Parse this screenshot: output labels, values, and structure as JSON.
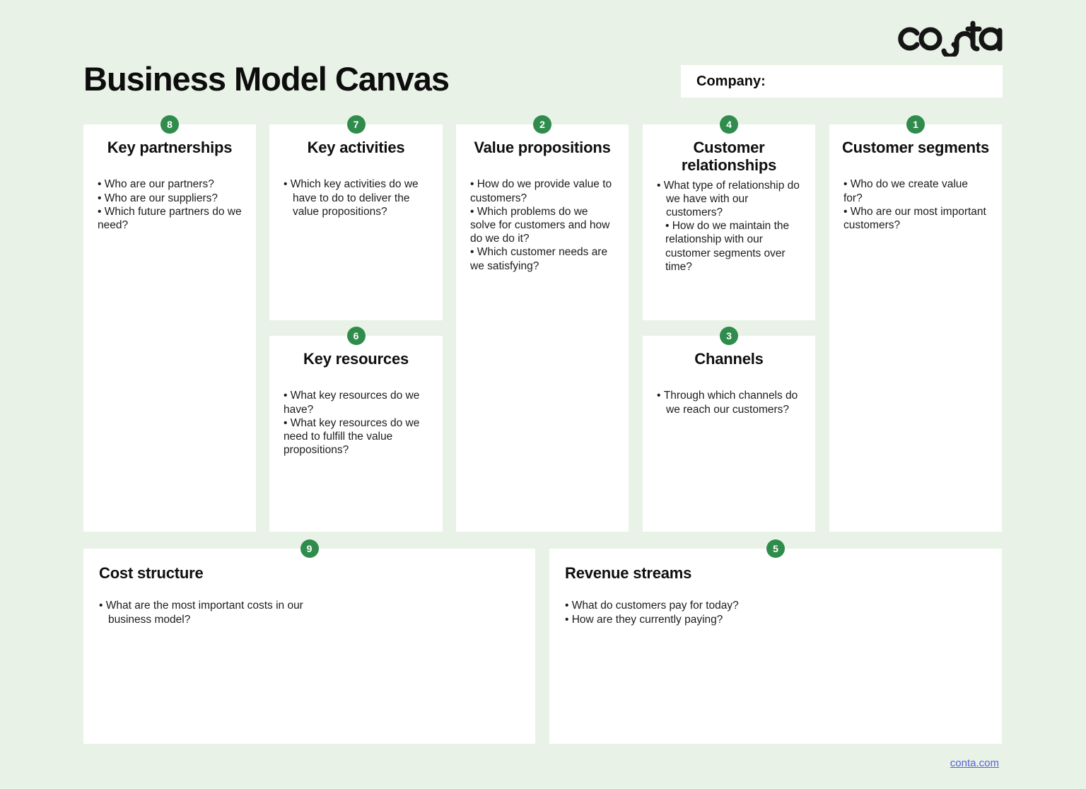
{
  "brand": {
    "logo_text": "conta",
    "footer_link": "conta.com"
  },
  "header": {
    "title": "Business Model Canvas",
    "company_label": "Company:"
  },
  "colors": {
    "background": "#e9f2e7",
    "card": "#ffffff",
    "badge_green": "#2f8c4c",
    "text": "#161616",
    "link": "#5761d2"
  },
  "cards": {
    "key_partnerships": {
      "number": "8",
      "title": "Key partnerships",
      "bullets": [
        "Who are our partners?",
        "Who are our suppliers?",
        "Which future partners do we need?"
      ]
    },
    "key_activities": {
      "number": "7",
      "title": "Key activities",
      "bullets": [
        "Which key activities do we have to do to deliver the value propositions?"
      ]
    },
    "key_resources": {
      "number": "6",
      "title": "Key resources",
      "bullets": [
        "What key resources do we have?",
        "What key resources do we need to fulfill the value propositions?"
      ]
    },
    "value_propositions": {
      "number": "2",
      "title": "Value propositions",
      "bullets": [
        "How do we provide value to customers?",
        "Which problems do we solve for customers and how do we do it?",
        "Which customer needs are we satisfying?"
      ]
    },
    "customer_relationships": {
      "number": "4",
      "title": "Customer relationships",
      "bullets": [
        "What type of relationship do we have with our customers?",
        "How do we maintain the relationship with our customer segments over time?"
      ]
    },
    "channels": {
      "number": "3",
      "title": "Channels",
      "bullets": [
        "Through which channels do we reach our customers?"
      ]
    },
    "customer_segments": {
      "number": "1",
      "title": "Customer segments",
      "bullets": [
        "Who do we create value for?",
        "Who are our most important customers?"
      ]
    },
    "cost_structure": {
      "number": "9",
      "title": "Cost structure",
      "bullets": [
        "What are the most important costs in our business model?"
      ]
    },
    "revenue_streams": {
      "number": "5",
      "title": "Revenue streams",
      "bullets": [
        "What do customers pay for today?",
        "How are they currently paying?"
      ]
    }
  }
}
